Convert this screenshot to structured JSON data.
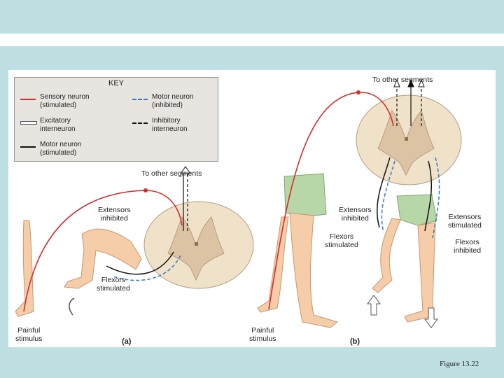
{
  "key": {
    "title": "KEY",
    "items": [
      {
        "line1": "Sensory neuron",
        "line2": "(stimulated)",
        "color": "#d62b2b",
        "style": "solid"
      },
      {
        "line1": "Motor neuron",
        "line2": "(inhibited)",
        "color": "#3a78c2",
        "style": "dashed"
      },
      {
        "line1": "Excitatory",
        "line2": "interneuron",
        "color": "#ffffff",
        "style": "hollow"
      },
      {
        "line1": "Inhibitory",
        "line2": "interneuron",
        "color": "#111111",
        "style": "dashed"
      },
      {
        "line1": "Motor neuron",
        "line2": "(stimulated)",
        "color": "#111111",
        "style": "solid"
      }
    ]
  },
  "panel_a": {
    "to_other_segments": "To other segments",
    "extensors": {
      "line1": "Extensors",
      "line2": "inhibited"
    },
    "flexors": {
      "line1": "Flexors",
      "line2": "stimulated"
    },
    "stimulus": {
      "line1": "Painful",
      "line2": "stimulus"
    },
    "letter": "(a)"
  },
  "panel_b": {
    "to_other_segments": "To other segments",
    "extensors_inhibited": {
      "line1": "Extensors",
      "line2": "inhibited"
    },
    "flexors_stimulated": {
      "line1": "Flexors",
      "line2": "stimulated"
    },
    "extensors_stimulated": {
      "line1": "Extensors",
      "line2": "stimulated"
    },
    "flexors_inhibited": {
      "line1": "Flexors",
      "line2": "inhibited"
    },
    "stimulus": {
      "line1": "Painful",
      "line2": "stimulus"
    },
    "letter": "(b)"
  },
  "caption": "Figure 13.22",
  "colors": {
    "sensory": "#d62b2b",
    "motor_inhibited": "#3a78c2",
    "skin": "#f5cda8",
    "shorts": "#b7d7a8",
    "spinal_outer": "#efe2c9",
    "gray_matter": "#dcc3a3",
    "band": "#bfe0e3"
  }
}
